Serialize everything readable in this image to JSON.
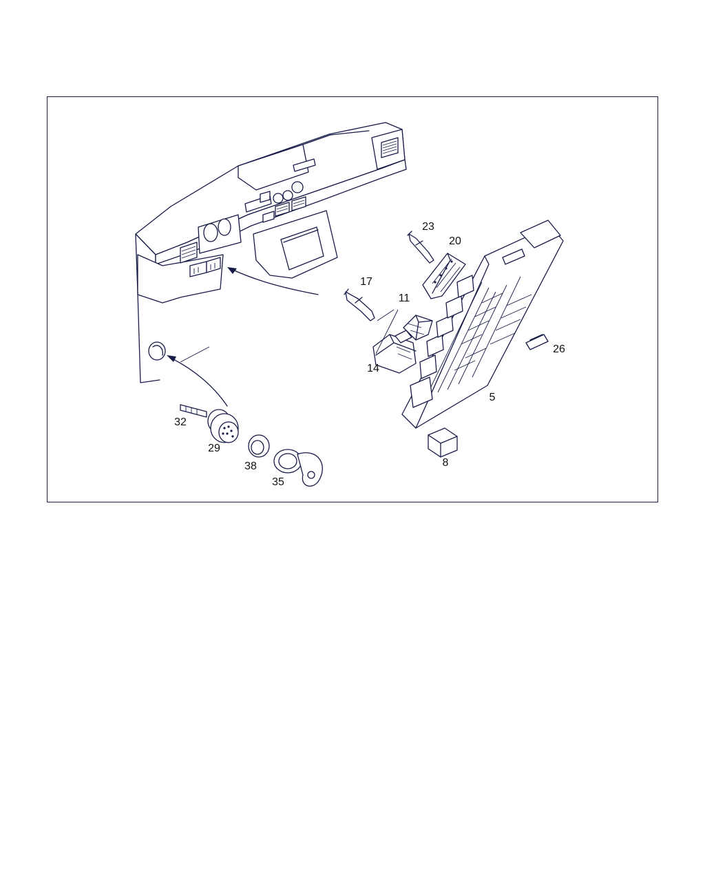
{
  "callouts": [
    {
      "id": "5",
      "label": "5"
    },
    {
      "id": "8",
      "label": "8"
    },
    {
      "id": "11",
      "label": "11"
    },
    {
      "id": "14",
      "label": "14"
    },
    {
      "id": "17",
      "label": "17"
    },
    {
      "id": "20",
      "label": "20"
    },
    {
      "id": "23",
      "label": "23"
    },
    {
      "id": "26",
      "label": "26"
    },
    {
      "id": "29",
      "label": "29"
    },
    {
      "id": "32",
      "label": "32"
    },
    {
      "id": "35",
      "label": "35"
    },
    {
      "id": "38",
      "label": "38"
    }
  ],
  "colors": {
    "line": "#161a47",
    "frame": "#141a4a",
    "background": "#ffffff"
  }
}
